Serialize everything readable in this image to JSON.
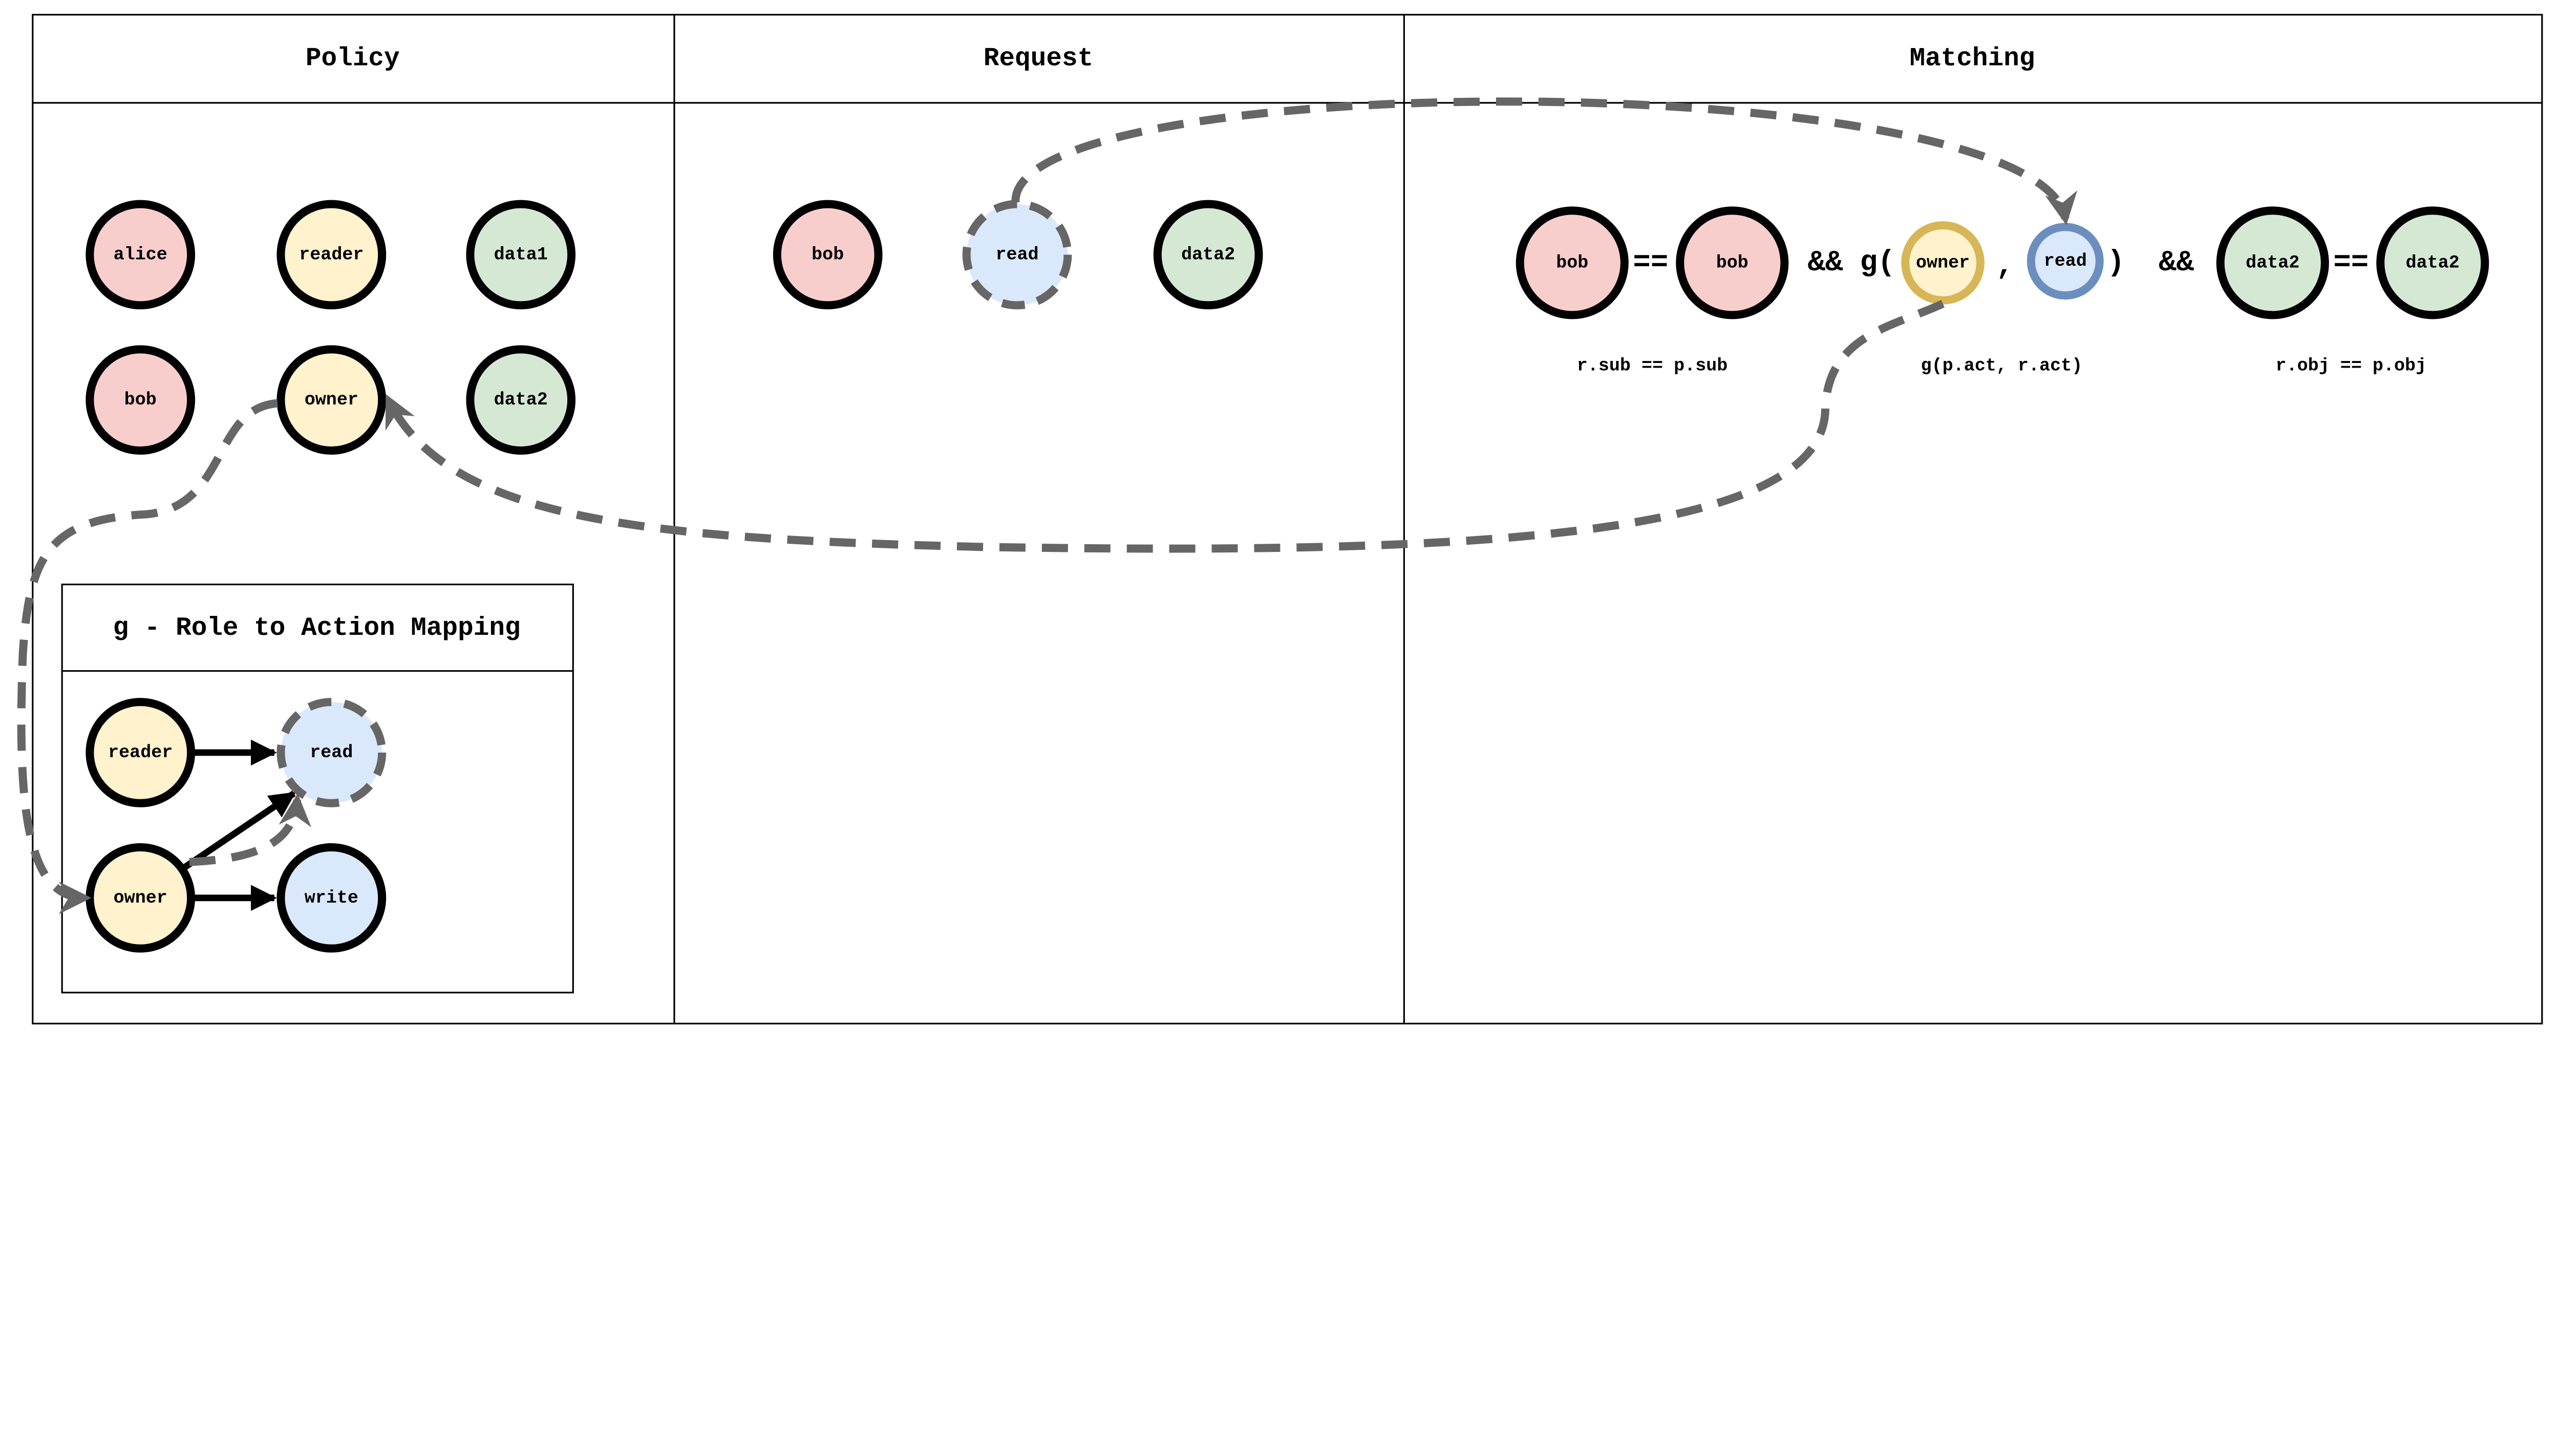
{
  "headers": {
    "policy": "Policy",
    "request": "Request",
    "matching": "Matching"
  },
  "colors": {
    "subject": "#f8cecc",
    "role": "#fff2cc",
    "object": "#d5e8d4",
    "action": "#dae8fc",
    "role_stroke": "#d6b656",
    "action_stroke": "#6c8ebf",
    "dashed": "#666666"
  },
  "policy": {
    "nodes": [
      "alice",
      "reader",
      "data1",
      "bob",
      "owner",
      "data2"
    ],
    "mapping": {
      "title": "g - Role to Action Mapping",
      "nodes": [
        "reader",
        "read",
        "owner",
        "write"
      ]
    }
  },
  "request": {
    "nodes": [
      "bob",
      "read",
      "data2"
    ]
  },
  "matching": {
    "sub_left": "bob",
    "eq1": "==",
    "sub_right": "bob",
    "and1": "&&",
    "g_open": "g(",
    "role": "owner",
    "comma": ",",
    "action": "read",
    "g_close": ")",
    "and2": "&&",
    "obj_left": "data2",
    "eq2": "==",
    "obj_right": "data2",
    "annotations": [
      "r.sub == p.sub",
      "g(p.act, r.act)",
      "r.obj == p.obj"
    ]
  }
}
